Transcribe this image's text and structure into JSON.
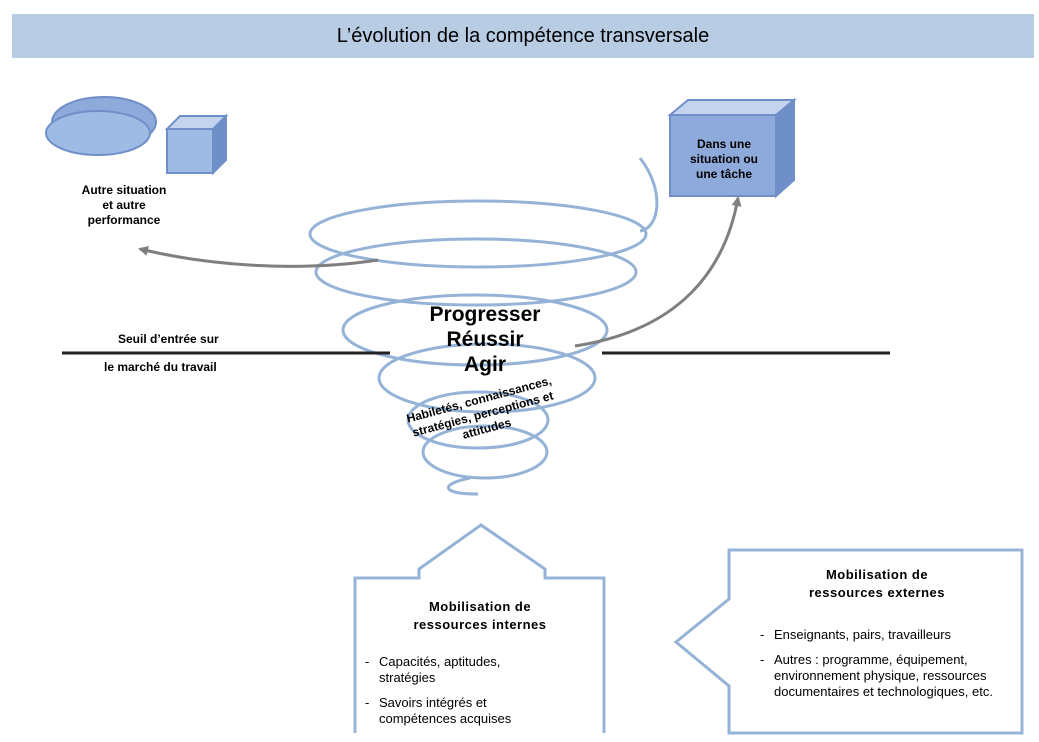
{
  "title": "L’évolution de la compétence transversale",
  "center_words": [
    "Progresser",
    "Réussir",
    "Agir"
  ],
  "core_lines": [
    "Habiletés, connaissances,",
    "stratégies, perceptions et",
    "attitudes"
  ],
  "threshold": {
    "line1": "Seuil d’entrée sur",
    "line2": "le marché du travail"
  },
  "other_situation": [
    "Autre situation",
    "et autre",
    "performance"
  ],
  "task_box": [
    "Dans une",
    "situation ou",
    "une tâche"
  ],
  "internal": {
    "title": [
      "Mobilisation de",
      "ressources internes"
    ],
    "items": [
      "Capacités, aptitudes, stratégies",
      "Savoirs intégrés et compétences acquises"
    ]
  },
  "external": {
    "title": [
      "Mobilisation de",
      "ressources externes"
    ],
    "items": [
      "Enseignants, pairs, travailleurs",
      "Autres : programme, équipement, environnement physique, ressources documentaires et technologiques, etc."
    ]
  },
  "colors": {
    "banner": "#b8cce4",
    "spiral": "#95b3d7",
    "shape_fill": "#8eaadb",
    "shape_stroke": "#6f8fc8",
    "arrow": "#7f7f7f"
  }
}
